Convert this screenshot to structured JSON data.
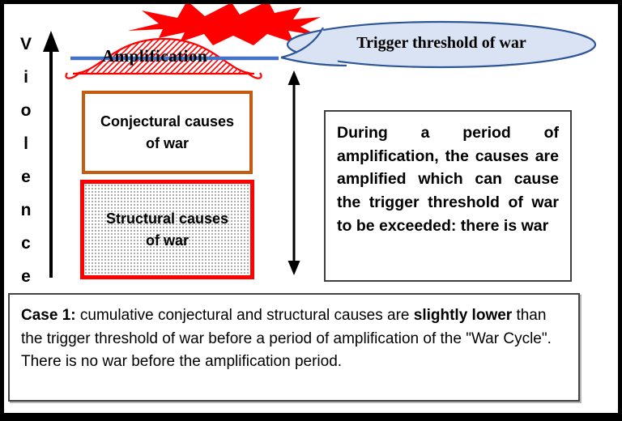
{
  "axis": {
    "label": "Violence",
    "letters": [
      "V",
      "i",
      "o",
      "l",
      "e",
      "n",
      "c",
      "e"
    ]
  },
  "amplification_label": "Amplification",
  "bubble": {
    "text": "Trigger threshold of war"
  },
  "boxes": {
    "conjectural": {
      "lines": [
        "Conjectural causes",
        "of war"
      ]
    },
    "structural": {
      "lines": [
        "Structural causes",
        "of war"
      ]
    }
  },
  "explanation_box": {
    "text": "During a period of amplification, the causes are amplified which can cause the trigger threshold of war to be exceeded: there is war"
  },
  "case_box": {
    "segments": [
      {
        "text": "Case 1:",
        "bold": true
      },
      {
        "text": " cumulative conjectural and structural causes are ",
        "bold": false
      },
      {
        "text": "slightly lower",
        "bold": true
      },
      {
        "text": " than the trigger threshold of war before a period of amplification of the \"War Cycle\". There is no war before the amplification period.",
        "bold": false
      }
    ]
  },
  "colors": {
    "explosion_red": "#FF0000",
    "threshold_line_blue": "#4472C4",
    "bubble_fill": "#DAE3F3",
    "bubble_border": "#2E5597",
    "conjectural_border": "#C55A11",
    "structural_border": "#FF0000",
    "frame_border": "#000000"
  }
}
